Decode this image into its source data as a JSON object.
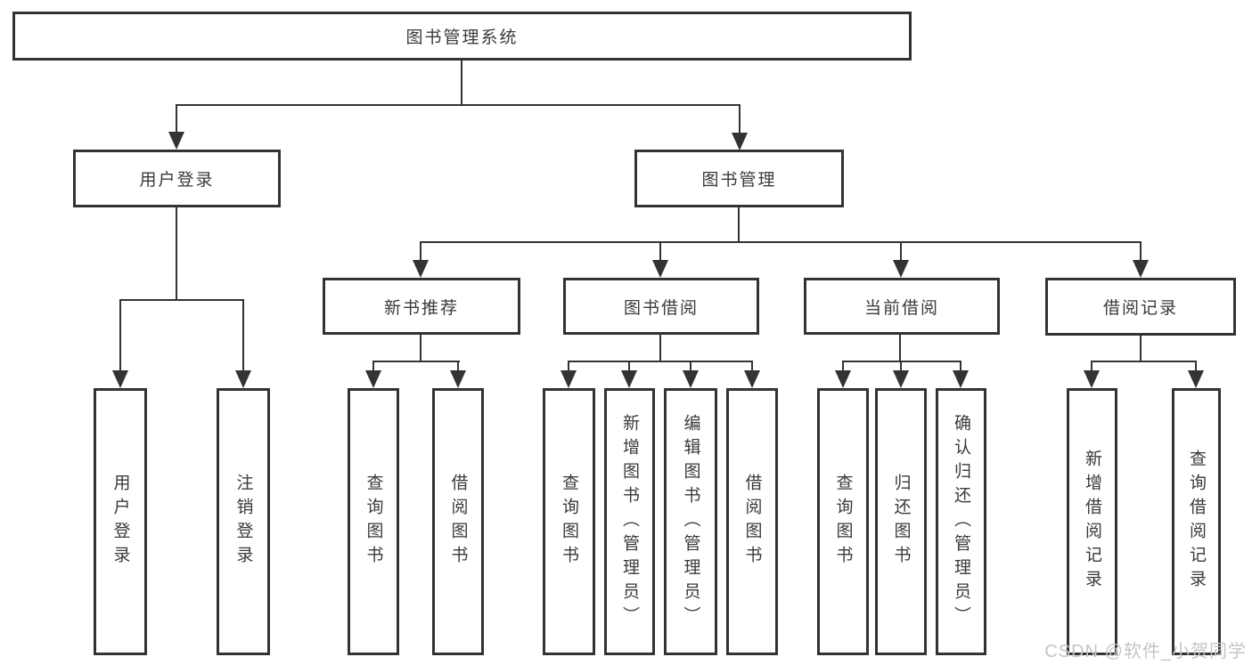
{
  "tree": {
    "root": {
      "label": "图书管理系统"
    },
    "branches": [
      {
        "label": "用户登录",
        "children": [
          {
            "label": "用户登录"
          },
          {
            "label": "注销登录"
          }
        ]
      },
      {
        "label": "图书管理",
        "children": [
          {
            "label": "新书推荐",
            "children": [
              {
                "label": "查询图书"
              },
              {
                "label": "借阅图书"
              }
            ]
          },
          {
            "label": "图书借阅",
            "children": [
              {
                "label": "查询图书"
              },
              {
                "label": "新增图书（管理员）"
              },
              {
                "label": "编辑图书（管理员）"
              },
              {
                "label": "借阅图书"
              }
            ]
          },
          {
            "label": "当前借阅",
            "children": [
              {
                "label": "查询图书"
              },
              {
                "label": "归还图书"
              },
              {
                "label": "确认归还（管理员）"
              }
            ]
          },
          {
            "label": "借阅记录",
            "children": [
              {
                "label": "新增借阅记录"
              },
              {
                "label": "查询借阅记录"
              }
            ]
          }
        ]
      }
    ]
  },
  "watermark": {
    "text": "CSDN @软件_小贺同学"
  },
  "colors": {
    "line": "#333333",
    "text": "#3a3a3a",
    "watermark": "#c6c4c4",
    "background": "#ffffff"
  }
}
